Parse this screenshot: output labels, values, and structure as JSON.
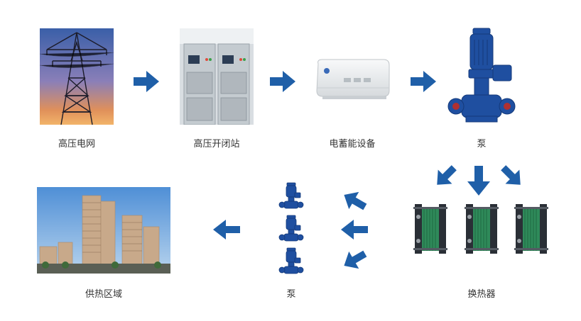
{
  "nodes": {
    "grid": {
      "label": "高压电网",
      "icon": "power-tower-icon"
    },
    "switch_station": {
      "label": "高压开闭站",
      "icon": "switchgear-icon"
    },
    "storage": {
      "label": "电蓄能设备",
      "icon": "energy-storage-unit-icon"
    },
    "pump_top": {
      "label": "泵",
      "icon": "pump-icon"
    },
    "heat_exchanger": {
      "label": "换热器",
      "icon": "plate-heat-exchanger-icon"
    },
    "pump_bottom": {
      "label": "泵",
      "icon": "pump-icon"
    },
    "heating_area": {
      "label": "供热区域",
      "icon": "buildings-icon"
    }
  },
  "colors": {
    "arrow": "#1f5fa8",
    "label": "#333333",
    "pump_blue": "#1f4fa0",
    "exchanger_green": "#2f8a5a"
  }
}
